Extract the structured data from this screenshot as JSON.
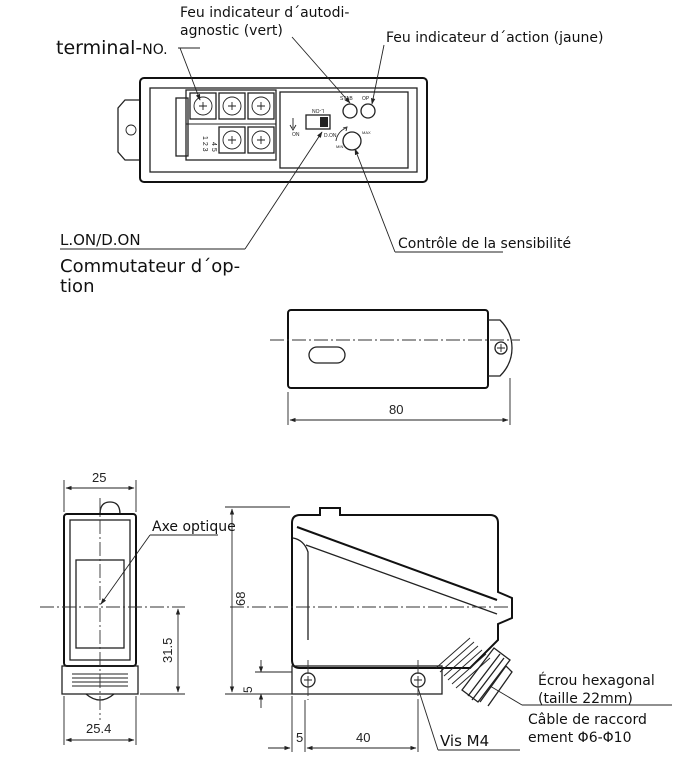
{
  "labels": {
    "autodiag_line1": "Feu indicateur d´autodi-",
    "autodiag_line2": "agnostic (vert)",
    "action_indicator": "Feu indicateur d´action (jaune)",
    "terminal_prefix": "terminal-",
    "terminal_suffix": "NO.",
    "lon_don": "L.ON/D.ON",
    "option_switch_line1": "Commutateur d´op-",
    "option_switch_line2": "tion",
    "sensitivity": "Contrôle de la sensibilité",
    "optical_axis": "Axe optique",
    "hex_nut_line1": "Écrou hexagonal",
    "hex_nut_line2": "(taille 22mm)",
    "cable_line1": "Câble de raccord",
    "cable_line2": "ement Φ6-Φ10",
    "screw": "Vis M4"
  },
  "small_marks": {
    "stab": "STAB",
    "op": "OP",
    "lon_mark": "L-ON",
    "on_mark": "ON",
    "d_on": "D.ON",
    "max": "MAX",
    "mini": "MIN",
    "terminal_nums_left": "1 2 3",
    "terminal_nums_right": "4 5"
  },
  "dimensions": {
    "length": "80",
    "width_top": "25",
    "height": "68",
    "axis_height": "31.5",
    "width_bottom": "25.4",
    "mount_offset": "5",
    "mount_spacing": "40",
    "mount_height": "5"
  }
}
